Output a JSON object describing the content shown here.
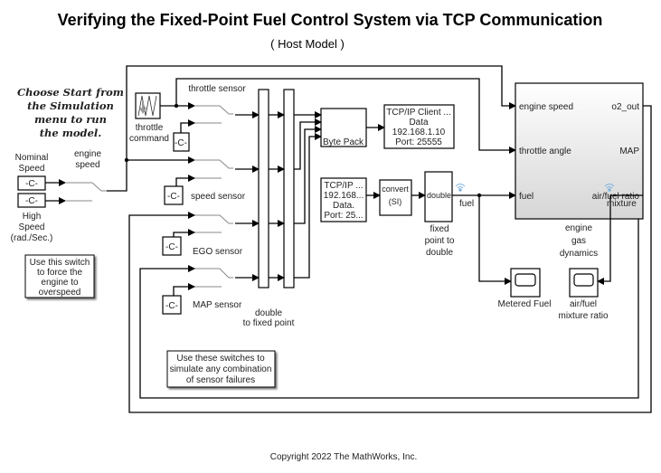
{
  "title": "Verifying the Fixed-Point Fuel Control System via TCP Communication",
  "subtitle": "( Host Model )",
  "instructions": [
    "Choose Start from",
    "the Simulation",
    "menu to run",
    "the model."
  ],
  "blocks": {
    "nominal_speed": {
      "value": "-C-",
      "label": [
        "Nominal",
        "Speed"
      ]
    },
    "high_speed": {
      "value": "-C-",
      "label": [
        "High",
        "Speed",
        "(rad./Sec.)"
      ]
    },
    "engine_speed_switch": {
      "label": [
        "engine",
        "speed"
      ]
    },
    "throttle_command": {
      "label": [
        "throttle",
        "command"
      ]
    },
    "throttle_sensor": {
      "label": "throttle sensor",
      "value": "-C-"
    },
    "speed_sensor": {
      "label": "speed sensor",
      "value": "-C-"
    },
    "ego_sensor": {
      "label": "EGO sensor",
      "value": "-C-"
    },
    "map_sensor": {
      "label": "MAP sensor",
      "value": "-C-"
    },
    "double_to_fixed": {
      "label": [
        "double",
        "to fixed point"
      ]
    },
    "byte_pack": {
      "label": "Byte Pack"
    },
    "tcp_client": {
      "lines": [
        "TCP/IP Client ...",
        "192.168.1.10",
        "Data",
        "Port: 25555"
      ]
    },
    "tcp_receive": {
      "lines": [
        "TCP/IP ...",
        "192.168...",
        "Data.",
        "Port: 25..."
      ]
    },
    "convert": {
      "lines": [
        "convert",
        "(SI)"
      ]
    },
    "fixed_to_double": {
      "inner": "double",
      "label": [
        "fixed",
        "point to",
        "double"
      ]
    },
    "engine": {
      "inputs": [
        "engine speed",
        "throttle angle",
        "fuel"
      ],
      "outputs": [
        "o2_out",
        "MAP",
        "air/fuel ratio"
      ],
      "label": [
        "engine",
        "gas",
        "dynamics"
      ]
    },
    "metered_fuel": {
      "label": "Metered Fuel"
    },
    "mixture_scope": {
      "label": [
        "air/fuel",
        "mixture ratio"
      ]
    }
  },
  "signals": {
    "fuel": "fuel",
    "mixture": "mixture"
  },
  "annotations": {
    "overspeed": [
      "Use this switch",
      "to force the",
      "engine to",
      "overspeed"
    ],
    "failures": [
      "Use these switches to",
      "simulate any combination",
      "of sensor failures"
    ]
  },
  "copyright": "Copyright 2022 The MathWorks, Inc.",
  "colors": {
    "engine_gradient_top": "#ffffff",
    "engine_gradient_bottom": "#d6d6d6",
    "log_icon": "#7fb2dd"
  }
}
